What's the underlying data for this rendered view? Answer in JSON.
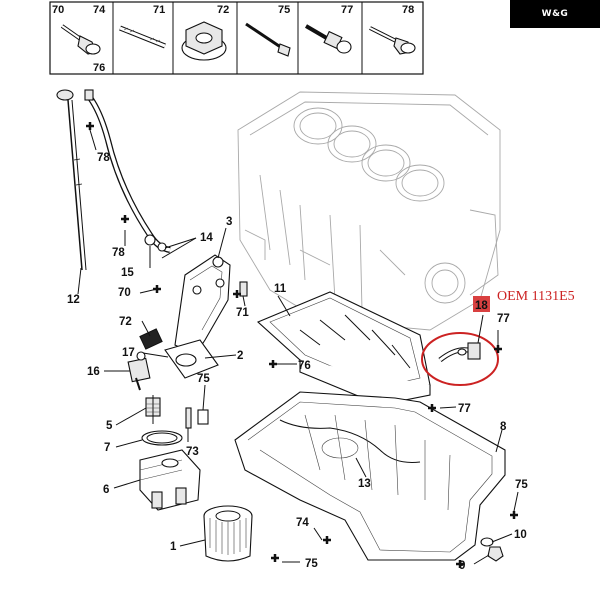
{
  "brand": {
    "logo_text": "W&G"
  },
  "oem_label": "OEM 1131E5",
  "header_parts": [
    {
      "id": "70",
      "sub": ""
    },
    {
      "id": "74",
      "sub": "76"
    },
    {
      "id": "71",
      "sub": ""
    },
    {
      "id": "72",
      "sub": ""
    },
    {
      "id": "75",
      "sub": ""
    },
    {
      "id": "77",
      "sub": ""
    },
    {
      "id": "78",
      "sub": ""
    }
  ],
  "callouts": {
    "c1": "1",
    "c2": "2",
    "c3": "3",
    "c5": "5",
    "c6": "6",
    "c7": "7",
    "c8": "8",
    "c9": "9",
    "c10": "10",
    "c11": "11",
    "c12": "12",
    "c13": "13",
    "c14": "14",
    "c15": "15",
    "c16": "16",
    "c17": "17",
    "c18": "18",
    "c70": "70",
    "c71": "71",
    "c72": "72",
    "c73": "73",
    "c74": "74",
    "c75a": "75",
    "c75b": "75",
    "c76": "76",
    "c77a": "77",
    "c77b": "77",
    "c78a": "78",
    "c78b": "78"
  },
  "colors": {
    "highlight": "#cc2222",
    "badge": "#d94040",
    "ink": "#111111"
  }
}
